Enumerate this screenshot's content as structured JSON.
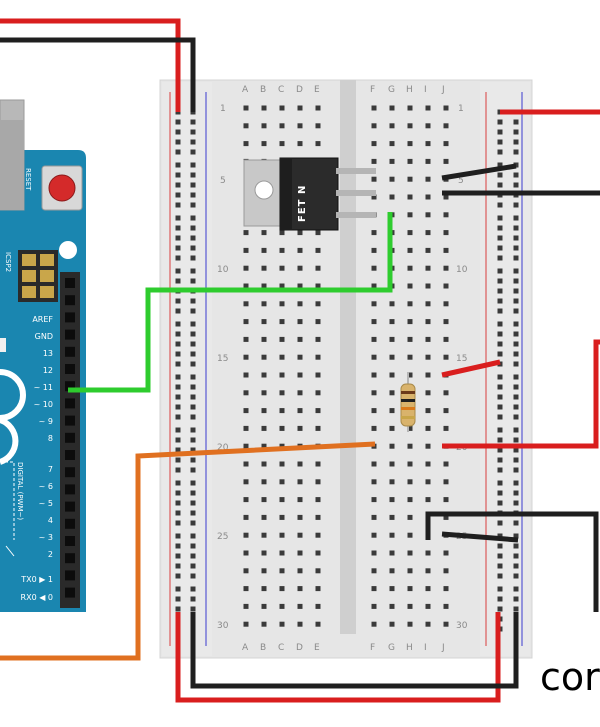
{
  "breadboard": {
    "column_letters": [
      "A",
      "B",
      "C",
      "D",
      "E",
      "F",
      "G",
      "H",
      "I",
      "J"
    ],
    "row_numbers": [
      "1",
      "5",
      "10",
      "15",
      "20",
      "25",
      "30"
    ]
  },
  "arduino": {
    "reset_label": "RESET",
    "icsp_label": "ICSP2",
    "digital_label": "DIGITAL (PWM~)",
    "pin_labels": [
      "AREF",
      "GND",
      "13",
      "12",
      "~ 11",
      "~ 10",
      "~ 9",
      "8",
      "7",
      "~ 6",
      "~ 5",
      "4",
      "~ 3",
      "2",
      "TX0 ▶ 1",
      "RX0 ◀ 0"
    ]
  },
  "components": {
    "mosfet_label": "FET N"
  },
  "cutoff_text": "cor",
  "colors": {
    "wire_red": "#d91e1e",
    "wire_black": "#1f1f1f",
    "wire_green": "#2ecc2e",
    "wire_orange": "#e07020",
    "arduino_blue": "#1a86b0",
    "breadboard": "#e6e6e6"
  }
}
